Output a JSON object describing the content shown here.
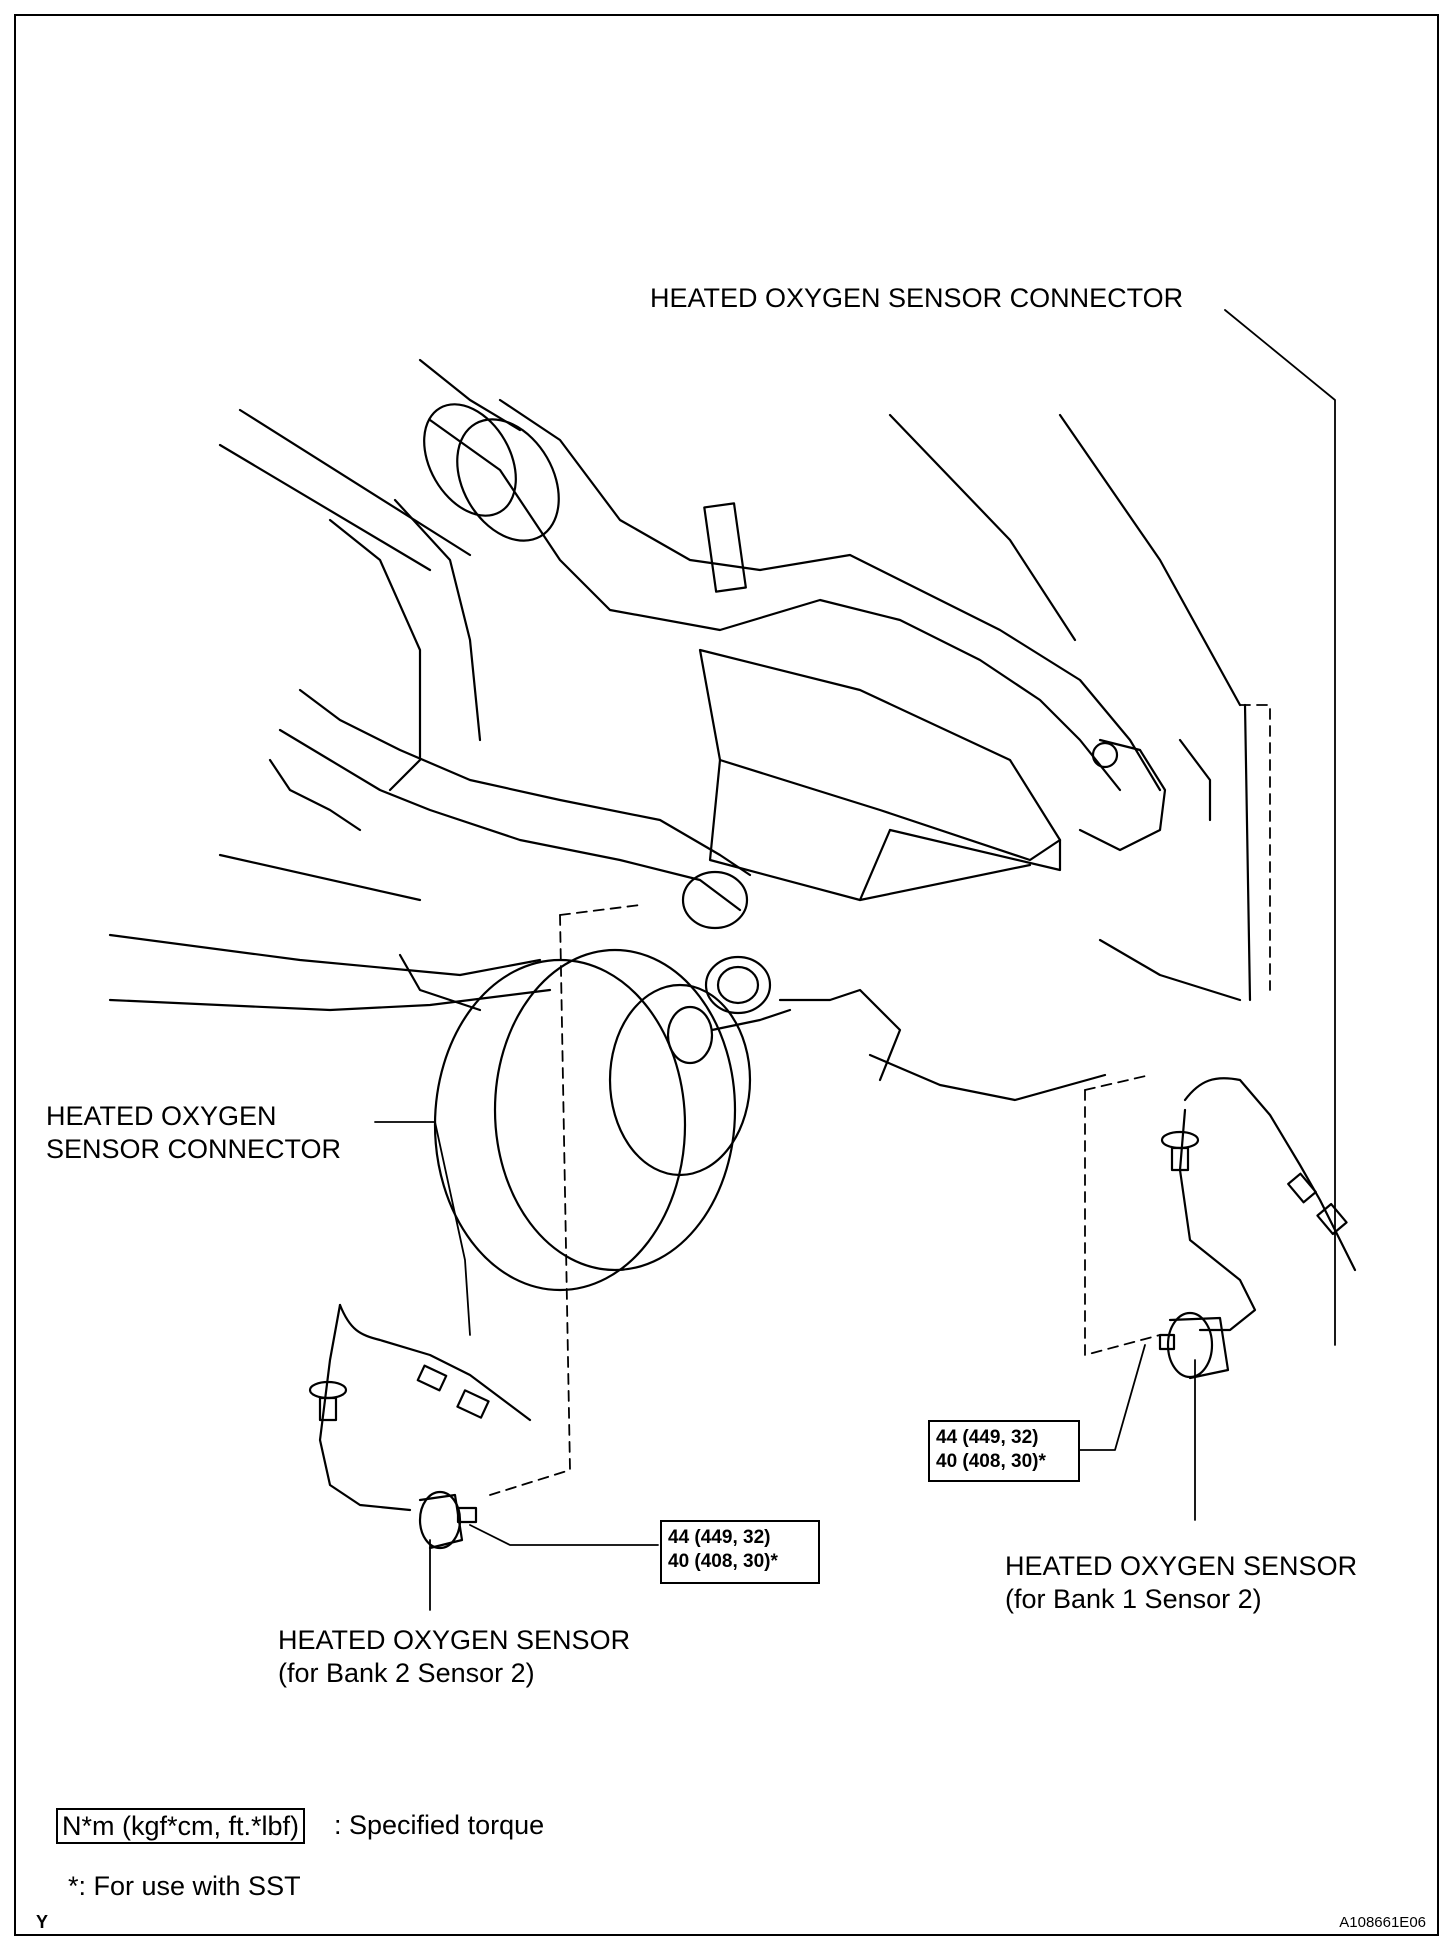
{
  "labels": {
    "connector_top": "HEATED OXYGEN SENSOR CONNECTOR",
    "connector_left_line1": "HEATED OXYGEN",
    "connector_left_line2": "SENSOR CONNECTOR",
    "sensor_bank2_line1": "HEATED OXYGEN SENSOR",
    "sensor_bank2_line2": "(for Bank 2 Sensor 2)",
    "sensor_bank1_line1": "HEATED OXYGEN SENSOR",
    "sensor_bank1_line2": "(for Bank 1 Sensor 2)"
  },
  "torque": {
    "bank2": {
      "line1": "44 (449, 32)",
      "line2": "40 (408, 30)*"
    },
    "bank1": {
      "line1": "44 (449, 32)",
      "line2": "40 (408, 30)*"
    }
  },
  "legend": {
    "unit_box": "N*m (kgf*cm, ft.*lbf)",
    "unit_text": ": Specified torque",
    "sst_note": "*: For use with SST"
  },
  "corner": {
    "left_mark": "Y",
    "figure_id": "A108661E06"
  }
}
